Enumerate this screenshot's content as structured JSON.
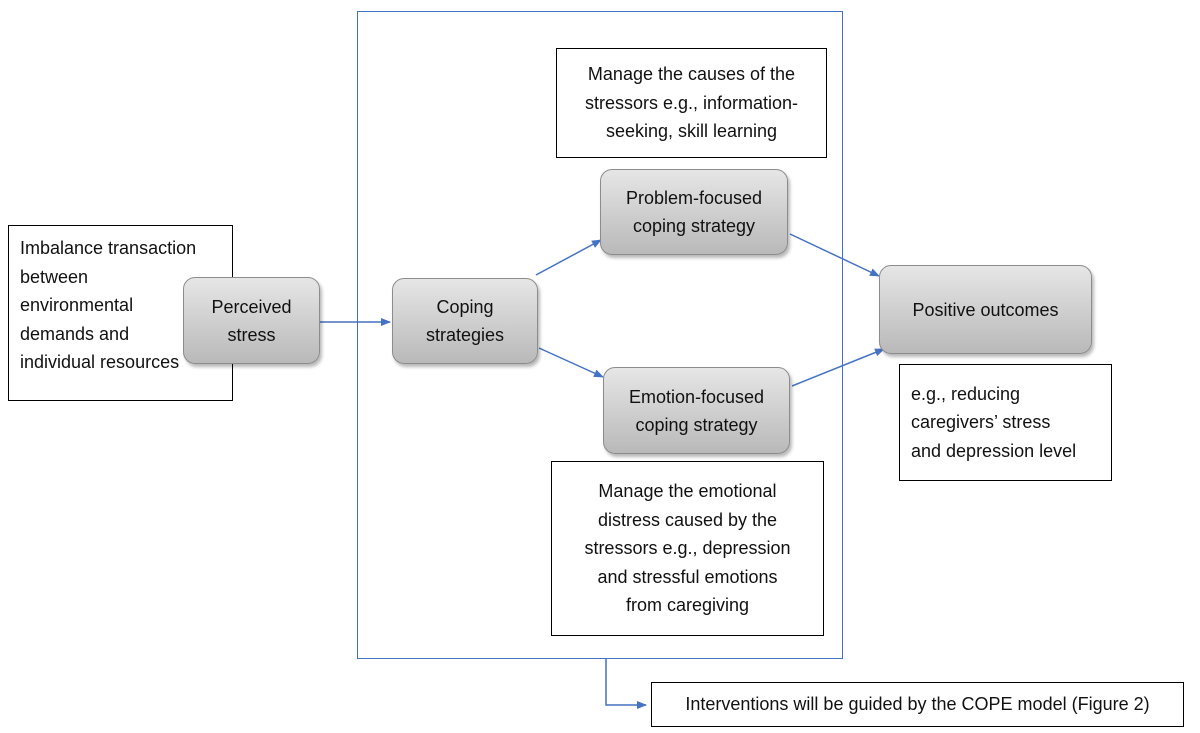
{
  "nodes": {
    "perceived_stress": "Perceived\nstress",
    "coping_strategies": "Coping\nstrategies",
    "problem_focused": "Problem-focused\ncoping strategy",
    "emotion_focused": "Emotion-focused\ncoping strategy",
    "positive_outcomes": "Positive outcomes"
  },
  "notes": {
    "imbalance": "Imbalance transaction\nbetween\nenvironmental\ndemands and\nindividual resources",
    "problem_note": "Manage the causes of the\nstressors e.g., information-\nseeking, skill learning",
    "emotion_note": "Manage the emotional\ndistress caused by the\nstressors e.g., depression\nand stressful emotions\nfrom caregiving",
    "outcome_note": "e.g., reducing\ncaregivers’ stress\nand depression level",
    "interventions": "Interventions will be guided by the COPE model (Figure 2)"
  },
  "colors": {
    "connector": "#4472c4",
    "node_fill_top": "#e6e6e6",
    "node_fill_bottom": "#b9b9b9",
    "note_border": "#000000"
  }
}
